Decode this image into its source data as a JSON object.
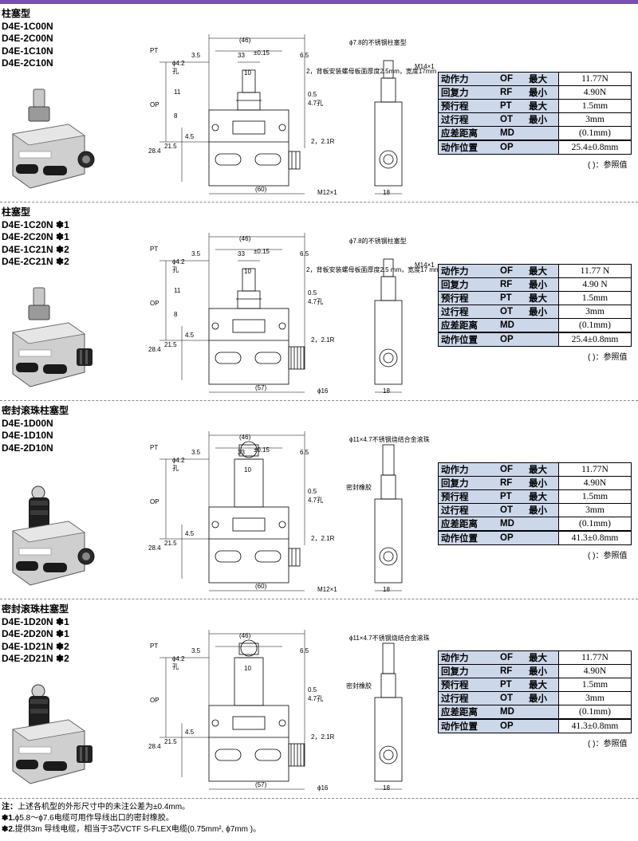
{
  "sections": [
    {
      "title": "柱塞型",
      "models": [
        "D4E-1C00N",
        "D4E-2C00N",
        "D4E-1C10N",
        "D4E-2C10N"
      ],
      "dims": {
        "pt": "PT",
        "op": "OP",
        "d46": "(46)",
        "d35": "3.5",
        "d33": "33",
        "tol33": "±0.15",
        "d65": "6.5",
        "d10": "10",
        "d11": "11",
        "d8": "8",
        "d45": "4.5",
        "d215": "21.5",
        "d284": "28.4",
        "d05": "0.5",
        "d47": "4.7孔",
        "hole": "ϕ4.2",
        "hole_sub": "孔",
        "r21": "2，2.1R",
        "width": "(60)",
        "conn": "M12×1",
        "depth": "18",
        "side_note": "ϕ7.8的不锈钢柱塞型",
        "mount_note": "2，背板安装螺母板面厚度2.5mm，宽度17mm",
        "thread": "M14×1"
      },
      "specs": [
        {
          "label": "动作力",
          "sym": "OF",
          "mm": "最大",
          "val": "11.77N"
        },
        {
          "label": "回复力",
          "sym": "RF",
          "mm": "最小",
          "val": "4.90N"
        },
        {
          "label": "预行程",
          "sym": "PT",
          "mm": "最大",
          "val": "1.5mm"
        },
        {
          "label": "过行程",
          "sym": "OT",
          "mm": "最小",
          "val": "3mm"
        },
        {
          "label": "应差距离",
          "sym": "MD",
          "mm": "",
          "val": "(0.1mm)"
        },
        {
          "label": "动作位置",
          "sym": "OP",
          "mm": "",
          "val": "25.4±0.8mm"
        }
      ],
      "ref": "( )：参照值"
    },
    {
      "title": "柱塞型",
      "models": [
        "D4E-1C20N ✽1",
        "D4E-2C20N ✽1",
        "D4E-1C21N ✽2",
        "D4E-2C21N ✽2"
      ],
      "dims": {
        "pt": "PT",
        "op": "OP",
        "d46": "(46)",
        "d35": "3.5",
        "d33": "33",
        "tol33": "±0.15",
        "d65": "6.5",
        "d10": "10",
        "d11": "11",
        "d8": "8",
        "d45": "4.5",
        "d215": "21.5",
        "d284": "28.4",
        "d05": "0.5",
        "d47": "4.7孔",
        "hole": "ϕ4.2",
        "hole_sub": "孔",
        "r21": "2，2.1R",
        "width": "(57)",
        "conn": "ϕ16",
        "depth": "18",
        "side_note": "ϕ7.8的不锈钢柱塞型",
        "mount_note": "2，背板安装螺母板面厚度2.5 mm，宽度17 mm",
        "thread": "M14×1"
      },
      "specs": [
        {
          "label": "动作力",
          "sym": "OF",
          "mm": "最大",
          "val": "11.77 N"
        },
        {
          "label": "回复力",
          "sym": "RF",
          "mm": "最小",
          "val": "4.90 N"
        },
        {
          "label": "预行程",
          "sym": "PT",
          "mm": "最大",
          "val": "1.5mm"
        },
        {
          "label": "过行程",
          "sym": "OT",
          "mm": "最小",
          "val": "3mm"
        },
        {
          "label": "应差距离",
          "sym": "MD",
          "mm": "",
          "val": "(0.1mm)"
        },
        {
          "label": "动作位置",
          "sym": "OP",
          "mm": "",
          "val": "25.4±0.8mm"
        }
      ],
      "ref": "( )：参照值"
    },
    {
      "title": "密封滚珠柱塞型",
      "models": [
        "D4E-1D00N",
        "D4E-1D10N",
        "D4E-2D10N"
      ],
      "dims": {
        "pt": "PT",
        "op": "OP",
        "d46": "(46)",
        "d35": "3.5",
        "d33": "33",
        "tol33": "±0.15",
        "d65": "6.5",
        "d10": "10",
        "d11": "",
        "d8": "",
        "d45": "4.5",
        "d215": "21.5",
        "d284": "28.4",
        "d05": "0.5",
        "d47": "4.7孔",
        "hole": "ϕ4.2",
        "hole_sub": "孔",
        "r21": "2，2.1R",
        "width": "(60)",
        "conn": "M12×1",
        "depth": "18",
        "side_note": "ϕ11×4.7不锈钢烧结合金滚珠",
        "mount_note": "",
        "seal": "密封橡胶",
        "thread": ""
      },
      "specs": [
        {
          "label": "动作力",
          "sym": "OF",
          "mm": "最大",
          "val": "11.77N"
        },
        {
          "label": "回复力",
          "sym": "RF",
          "mm": "最小",
          "val": "4.90N"
        },
        {
          "label": "预行程",
          "sym": "PT",
          "mm": "最大",
          "val": "1.5mm"
        },
        {
          "label": "过行程",
          "sym": "OT",
          "mm": "最小",
          "val": "3mm"
        },
        {
          "label": "应差距离",
          "sym": "MD",
          "mm": "",
          "val": "(0.1mm)"
        },
        {
          "label": "动作位置",
          "sym": "OP",
          "mm": "",
          "val": "41.3±0.8mm"
        }
      ],
      "ref": "( )：参照值"
    },
    {
      "title": "密封滚珠柱塞型",
      "models": [
        "D4E-1D20N ✽1",
        "D4E-2D20N ✽1",
        "D4E-1D21N ✽2",
        "D4E-2D21N ✽2"
      ],
      "dims": {
        "pt": "PT",
        "op": "OP",
        "d46": "(46)",
        "d35": "3.5",
        "d33": "",
        "tol33": "",
        "d65": "6.5",
        "d10": "10",
        "d11": "",
        "d8": "",
        "d45": "4.5",
        "d215": "21.5",
        "d284": "28.4",
        "d05": "0.5",
        "d47": "4.7孔",
        "hole": "ϕ4.2",
        "hole_sub": "孔",
        "r21": "2，2.1R",
        "width": "(57)",
        "conn": "ϕ16",
        "depth": "18",
        "side_note": "ϕ11×4.7不锈钢烧结合金滚珠",
        "mount_note": "",
        "seal": "密封橡胶",
        "thread": ""
      },
      "specs": [
        {
          "label": "动作力",
          "sym": "OF",
          "mm": "最大",
          "val": "11.77N"
        },
        {
          "label": "回复力",
          "sym": "RF",
          "mm": "最小",
          "val": "4.90N"
        },
        {
          "label": "预行程",
          "sym": "PT",
          "mm": "最大",
          "val": "1.5mm"
        },
        {
          "label": "过行程",
          "sym": "OT",
          "mm": "最小",
          "val": "3mm"
        },
        {
          "label": "应差距离",
          "sym": "MD",
          "mm": "",
          "val": "(0.1mm)"
        },
        {
          "label": "动作位置",
          "sym": "OP",
          "mm": "",
          "val": "41.3±0.8mm"
        }
      ],
      "ref": "( )：参照值"
    }
  ],
  "notes": [
    {
      "mark": "注：",
      "text": "上述各机型的外形尺寸中的未注公差为±0.4mm。"
    },
    {
      "mark": "✽1.",
      "text": "ϕ5.8～ϕ7.6电缆可用作导线出口的密封橡胶。"
    },
    {
      "mark": "✽2.",
      "text": "提供3m 导线电缆，相当于3芯VCTF S-FLEX电缆(0.75mm², ϕ7mm )。"
    }
  ],
  "colors": {
    "accent": "#7a4fb0",
    "table_header": "#cdd7ea"
  }
}
